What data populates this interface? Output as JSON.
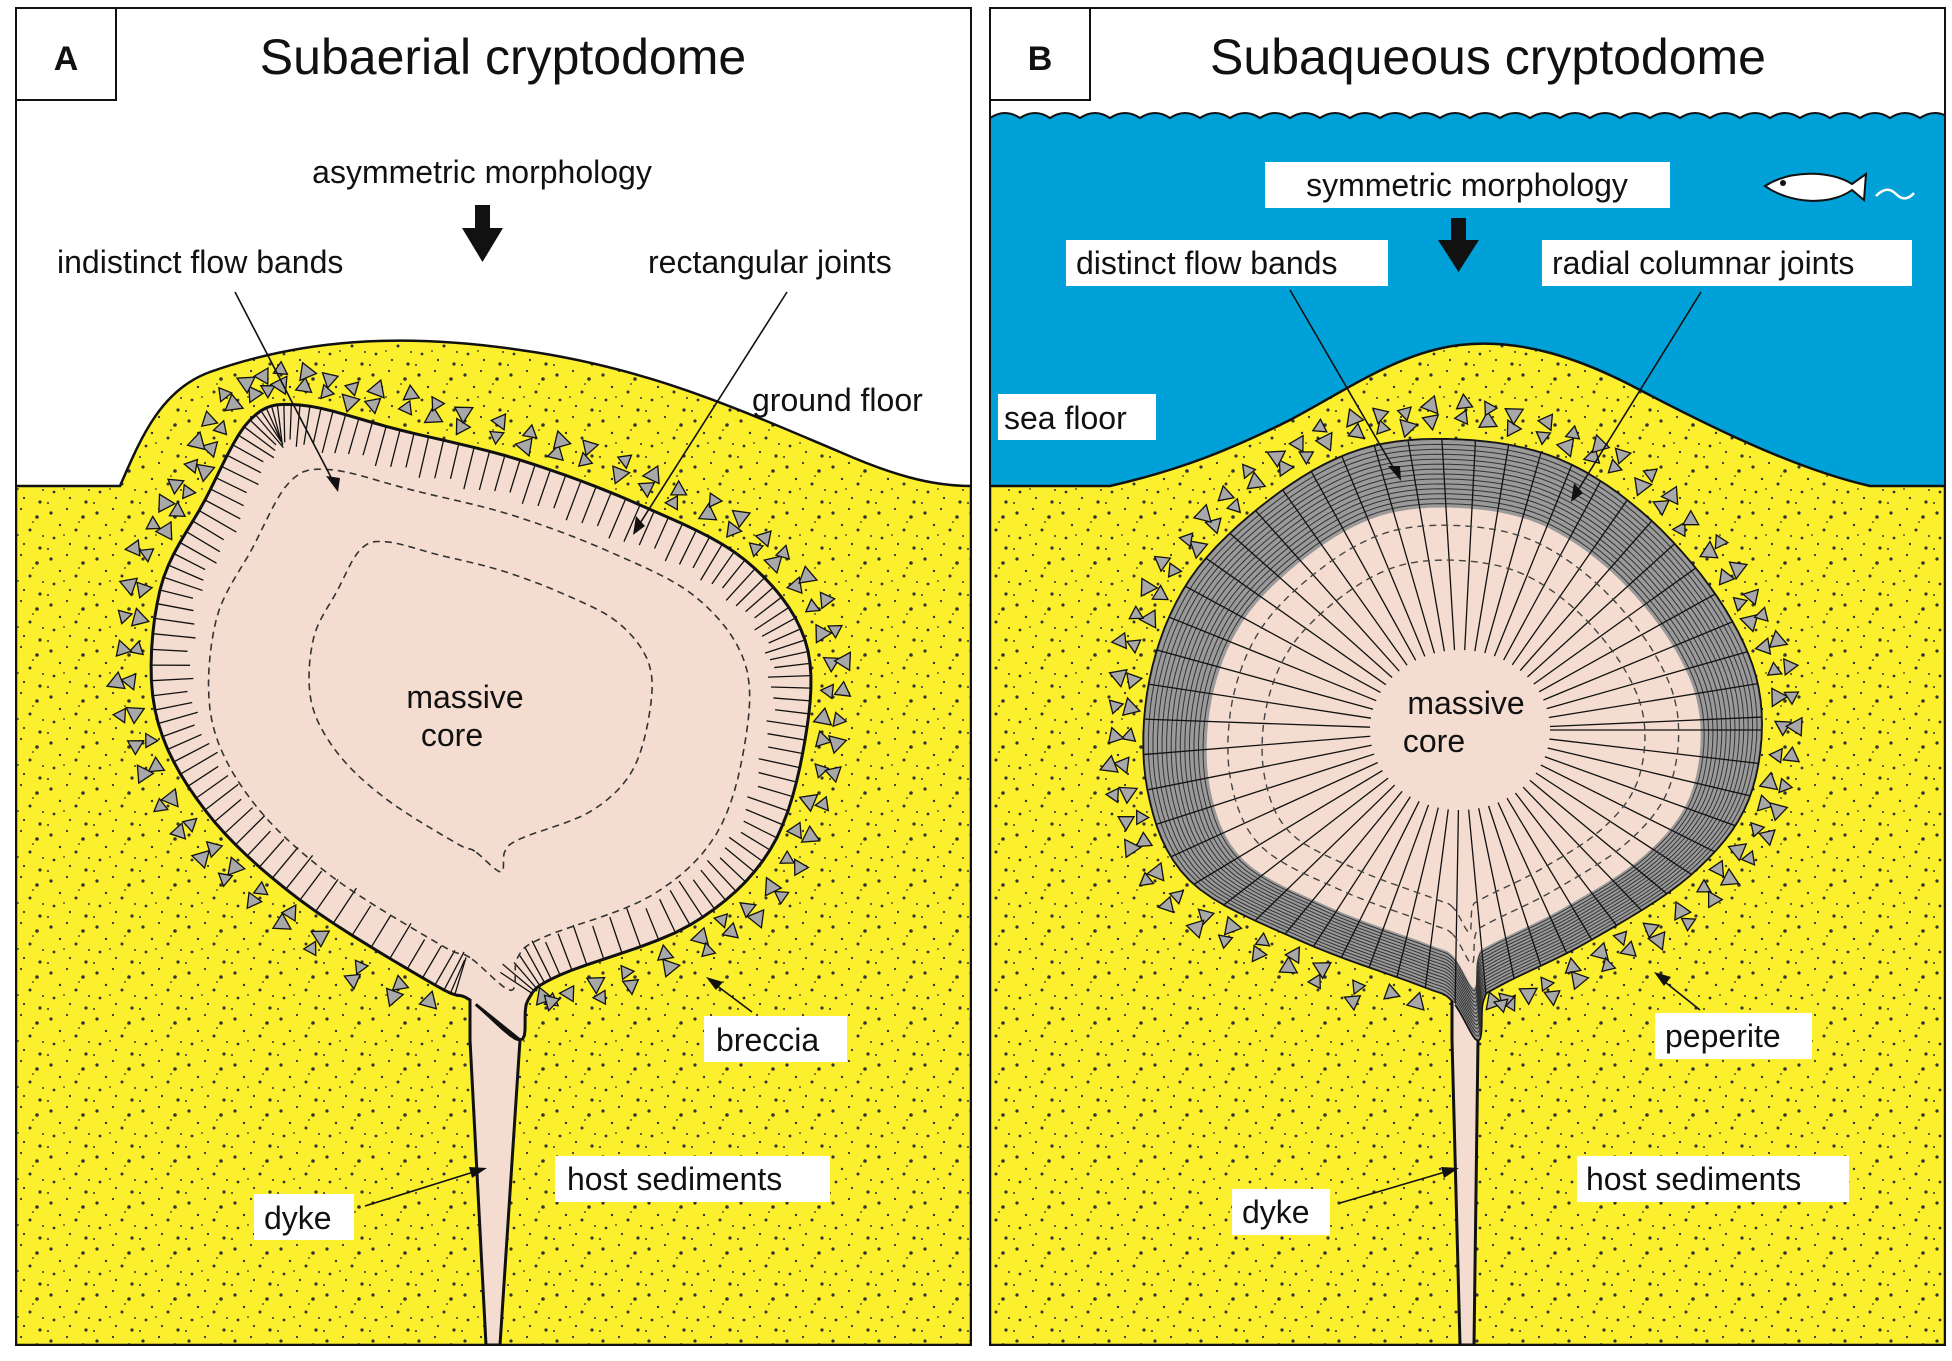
{
  "colors": {
    "sediment": "#fbef2e",
    "water": "#00a0d8",
    "core": "#f4ddd0",
    "band": "#9a9a9a",
    "clast": "#a8a8a8",
    "ink": "#111111"
  },
  "panel_a": {
    "letter": "A",
    "title": "Subaerial cryptodome",
    "labels": {
      "morphology": "asymmetric morphology",
      "flow_bands": "indistinct flow bands",
      "joints": "rectangular joints",
      "surface": "ground floor",
      "core_line1": "massive",
      "core_line2": "core",
      "margin": "breccia",
      "host": "host sediments",
      "dyke": "dyke"
    }
  },
  "panel_b": {
    "letter": "B",
    "title": "Subaqueous cryptodome",
    "labels": {
      "morphology": "symmetric morphology",
      "flow_bands": "distinct flow bands",
      "joints": "radial columnar joints",
      "surface": "sea floor",
      "core_line1": "massive",
      "core_line2": "core",
      "margin": "peperite",
      "host": "host sediments",
      "dyke": "dyke"
    }
  }
}
